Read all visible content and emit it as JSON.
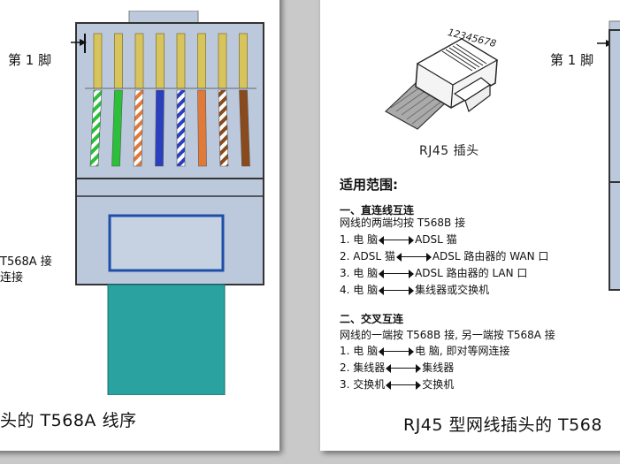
{
  "left": {
    "pin1_label": "第 1 脚",
    "note_line1": "T568A 接",
    "note_line2": "连接",
    "caption": "头的 T568A 线序"
  },
  "right": {
    "pin1_label": "第 1 脚",
    "plug_number": "12345678",
    "plug_label": "RJ45 插头",
    "scope_title": "适用范围:",
    "section1": {
      "title": "一、直连线互连",
      "desc": "网线的两端均按 T568B 接",
      "items": [
        {
          "num": "1.",
          "left": "电  脑",
          "right": "ADSL 猫"
        },
        {
          "num": "2.",
          "left": "ADSL 猫",
          "right": "ADSL 路由器的 WAN 口"
        },
        {
          "num": "3.",
          "left": "电  脑",
          "right": "ADSL 路由器的 LAN 口"
        },
        {
          "num": "4.",
          "left": "电  脑",
          "right": "集线器或交换机"
        }
      ]
    },
    "section2": {
      "title": "二、交叉互连",
      "desc": "网线的一端按 T568B 接, 另一端按 T568A 接",
      "items": [
        {
          "num": "1.",
          "left": "电  脑",
          "right": "电  脑, 即对等网连接"
        },
        {
          "num": "2.",
          "left": "集线器",
          "right": "集线器"
        },
        {
          "num": "3.",
          "left": "交换机",
          "right": "交换机"
        }
      ]
    },
    "caption": "RJ45 型网线插头的 T568"
  },
  "colors": {
    "plug_body": "#bcc9dc",
    "plug_outline": "#333333",
    "cable": "#2aa2a0",
    "window_blue": "#1e4fa8",
    "contact_gold": "#d8c45c"
  },
  "wires_t568a": [
    "white-green",
    "green",
    "white-orange",
    "blue",
    "white-blue",
    "orange",
    "white-brown",
    "brown"
  ]
}
